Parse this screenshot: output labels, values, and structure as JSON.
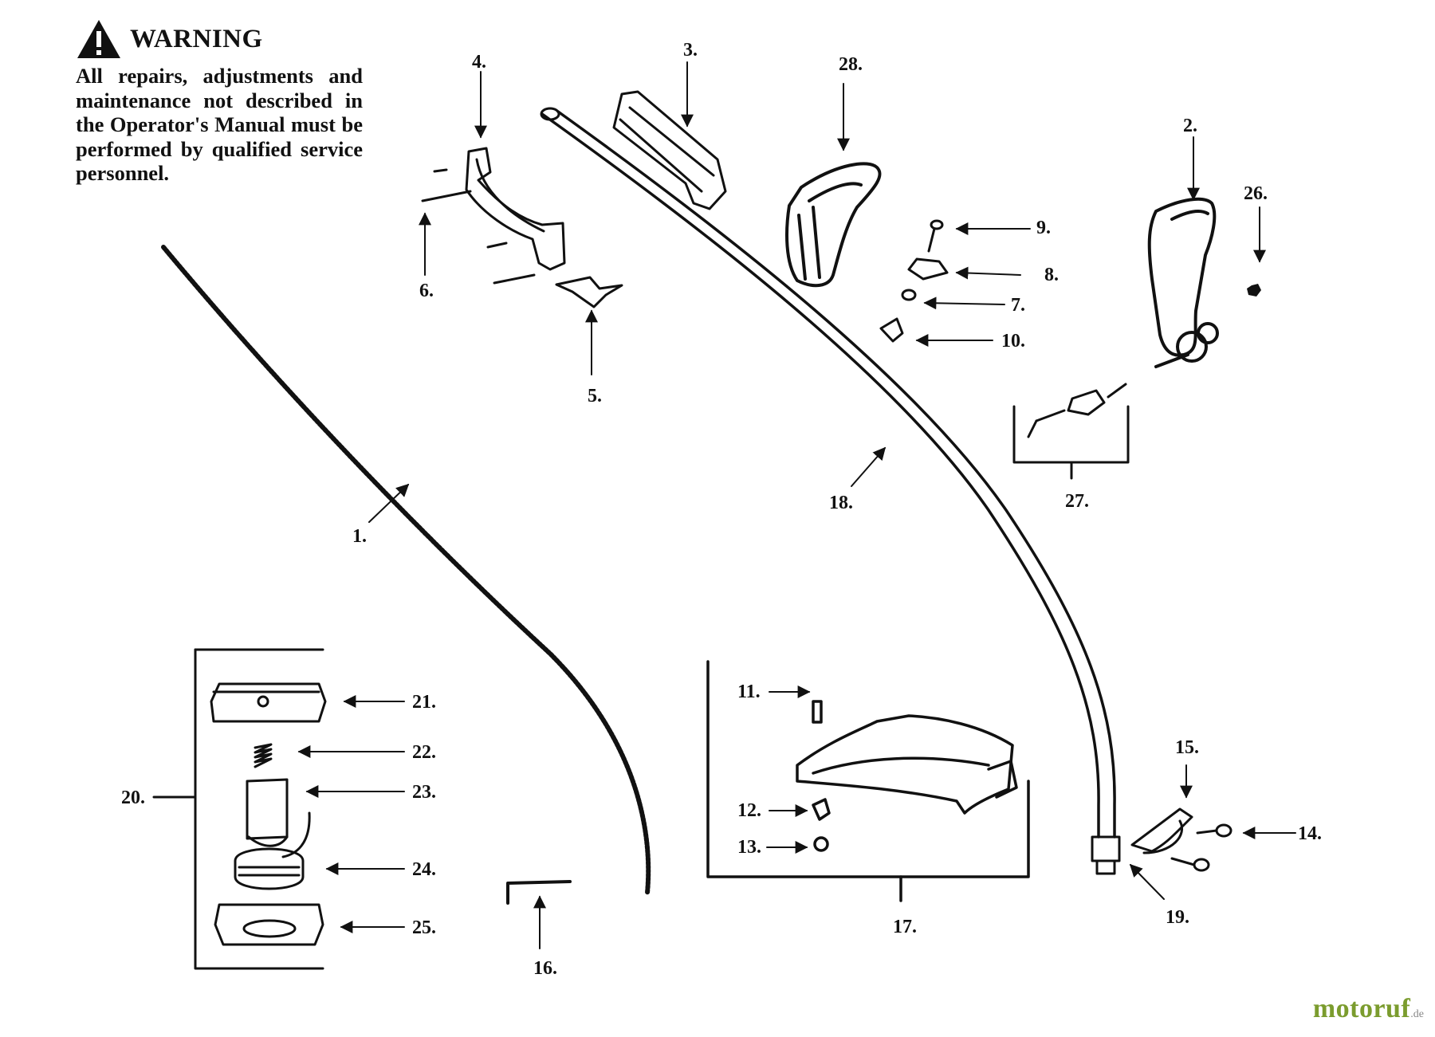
{
  "warning": {
    "icon": "warning-triangle-icon",
    "title": "WARNING",
    "body": "All repairs, adjustments and maintenance not described in the Operator's Manual must be performed by qualified service personnel."
  },
  "parts": {
    "p1": "1.",
    "p2": "2.",
    "p3": "3.",
    "p4": "4.",
    "p5": "5.",
    "p6": "6.",
    "p7": "7.",
    "p8": "8.",
    "p9": "9.",
    "p10": "10.",
    "p11": "11.",
    "p12": "12.",
    "p13": "13.",
    "p14": "14.",
    "p15": "15.",
    "p16": "16.",
    "p17": "17.",
    "p18": "18.",
    "p19": "19.",
    "p20": "20.",
    "p21": "21.",
    "p22": "22.",
    "p23": "23.",
    "p24": "24.",
    "p25": "25.",
    "p26": "26.",
    "p27": "27.",
    "p28": "28."
  },
  "watermark": {
    "main": "motoruf",
    "suffix": ".de"
  },
  "colors": {
    "ink": "#111111",
    "watermark": "#7b9c2e",
    "background": "#ffffff"
  }
}
